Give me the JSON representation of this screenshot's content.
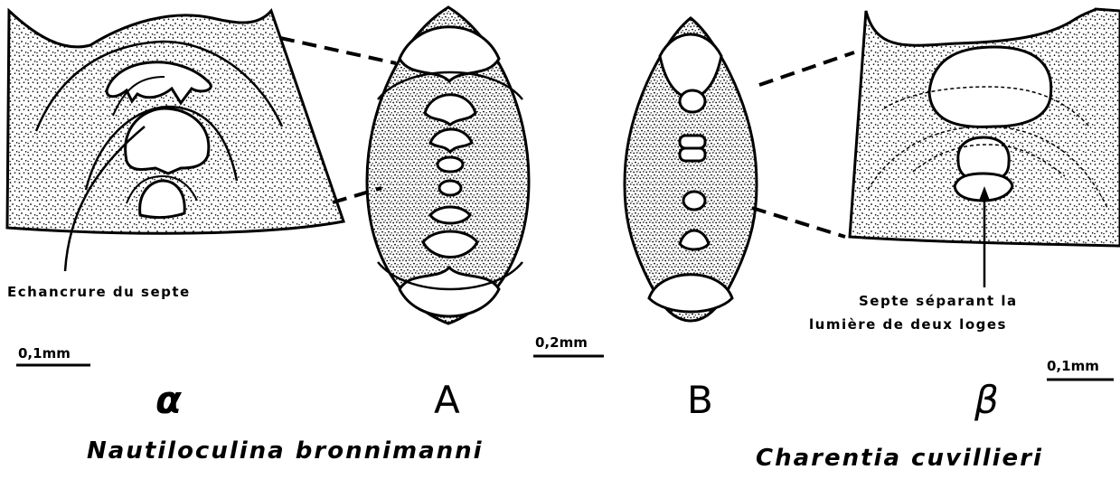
{
  "figures": {
    "alpha": {
      "letter": "α"
    },
    "A": {
      "letter": "A"
    },
    "B": {
      "letter": "B"
    },
    "beta": {
      "letter": "β"
    }
  },
  "annotations": {
    "left": "Echancrure du septe",
    "right_line1": "Septe séparant la",
    "right_line2": "lumière de deux loges"
  },
  "scales": {
    "left": "0,1mm",
    "middle": "0,2mm",
    "right": "0,1mm"
  },
  "species": {
    "left": "Nautiloculina bronnimanni",
    "right": "Charentia cuvillieri"
  },
  "colors": {
    "ink": "#000000",
    "paper": "#ffffff"
  }
}
